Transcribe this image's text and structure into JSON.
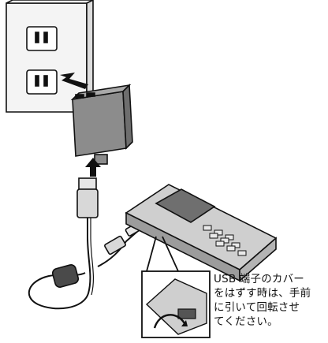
{
  "caption": {
    "lines": [
      "USB 端子のカバー",
      "をはずす時は、手前",
      "に引いて回転させ",
      "てください。"
    ]
  },
  "icons": [
    "wall-outlet-icon",
    "ac-adapter-icon",
    "usb-cable-icon",
    "ferrite-core-icon",
    "mobile-phone-icon",
    "plug-in-arrow-icon",
    "rotate-arrow-icon"
  ],
  "colors": {
    "ink": "#111111",
    "adapter_fill": "#8c8c8c",
    "wall_fill": "#f4f4f4",
    "phone_fill": "#cfcfcf",
    "screen_fill": "#6f6f6f"
  }
}
